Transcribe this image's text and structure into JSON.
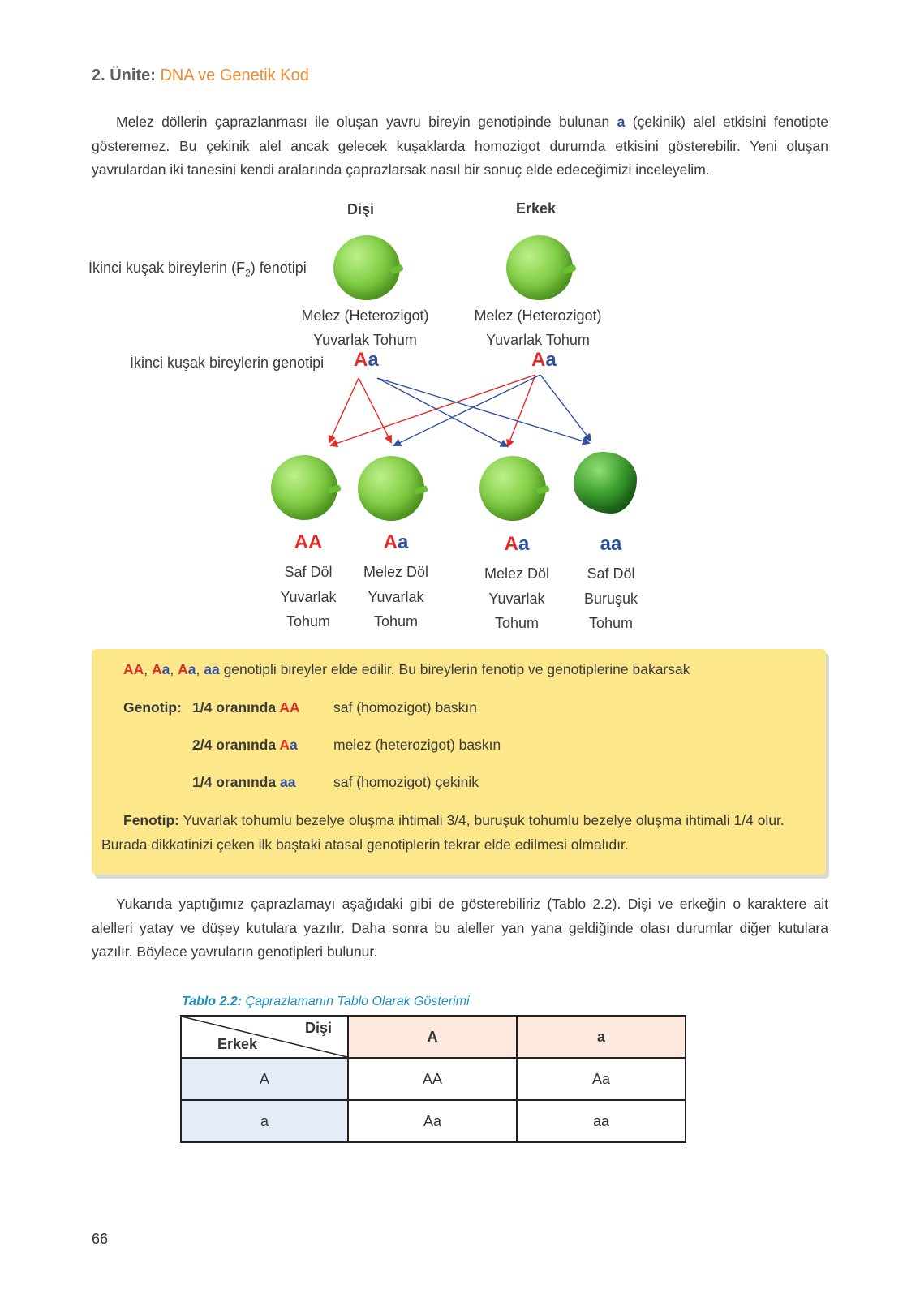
{
  "header": {
    "unit": "2. Ünite:",
    "topic": "DNA ve Genetik Kod"
  },
  "intro_paragraph": {
    "part1": "Melez döllerin çaprazlanması ile oluşan yavru bireyin genotipinde bulunan ",
    "allele": "a",
    "part2": " (çekinik) alel etkisini fenotipte gösteremez. Bu çekinik alel ancak gelecek kuşaklarda homozigot durumda etkisini gösterebilir. Yeni oluşan yavrulardan iki tanesini kendi aralarında çaprazlarsak nasıl bir sonuç elde edeceğimizi inceleyelim."
  },
  "diagram": {
    "female_label": "Dişi",
    "male_label": "Erkek",
    "phenotype_row_prefix": "İkinci kuşak bireylerin (F",
    "phenotype_row_sub": "2",
    "phenotype_row_suffix": ") fenotipi",
    "genotype_row_label": "İkinci  kuşak bireylerin genotipi",
    "parents": [
      {
        "line1": "Melez (Heterozigot)",
        "line2": "Yuvarlak Tohum",
        "g1": "A",
        "g2": "a"
      },
      {
        "line1": "Melez (Heterozigot)",
        "line2": "Yuvarlak Tohum",
        "g1": "A",
        "g2": "a"
      }
    ],
    "offspring": [
      {
        "g1": "A",
        "g2": "A",
        "l1": "Saf Döl",
        "l2": "Yuvarlak",
        "l3": "Tohum"
      },
      {
        "g1": "A",
        "g2": "a",
        "l1": "Melez Döl",
        "l2": "Yuvarlak",
        "l3": "Tohum"
      },
      {
        "g1": "A",
        "g2": "a",
        "l1": "Melez Döl",
        "l2": "Yuvarlak",
        "l3": "Tohum"
      },
      {
        "g1": "a",
        "g2": "a",
        "l1": "Saf Döl",
        "l2": "Buruşuk",
        "l3": "Tohum"
      }
    ]
  },
  "info_box": {
    "line1_genos": [
      "AA",
      "Aa",
      "Aa",
      "aa"
    ],
    "line1_text": " genotipli bireyler elde edilir. Bu bireylerin fenotip ve genotiplerine bakarsak",
    "genotip_label": "Genotip:",
    "rows": [
      {
        "ratio": "1/4 oranında ",
        "g1": "A",
        "g2": "A",
        "desc": "saf (homozigot) baskın"
      },
      {
        "ratio": "2/4 oranında ",
        "g1": "A",
        "g2": "a",
        "desc": "melez (heterozigot) baskın"
      },
      {
        "ratio": "1/4 oranında ",
        "g1": "a",
        "g2": "a",
        "desc": "saf (homozigot) çekinik"
      }
    ],
    "fenotip_label": "Fenotip:",
    "fenotip_text": " Yuvarlak tohumlu bezelye oluşma ihtimali 3/4, buruşuk tohumlu bezelye oluşma ihtimali 1/4 olur. Burada dikkatinizi çeken ilk baştaki atasal genotiplerin tekrar elde edilmesi olmalıdır."
  },
  "second_paragraph": "Yukarıda yaptığımız çaprazlamayı aşağıdaki gibi de gösterebiliriz (Tablo 2.2). Dişi ve erkeğin o karaktere ait alelleri yatay ve düşey kutulara yazılır. Daha sonra bu aleller yan yana geldiğinde olası durumlar diğer kutulara yazılır. Böylece yavruların genotipleri bulunur.",
  "table": {
    "caption_bold": "Tablo 2.2:",
    "caption_text": " Çaprazlamanın Tablo Olarak Gösterimi",
    "corner_top": "Dişi",
    "corner_bottom": "Erkek",
    "col_headers": [
      "A",
      "a"
    ],
    "rows": [
      {
        "header": "A",
        "cells": [
          "AA",
          "Aa"
        ]
      },
      {
        "header": "a",
        "cells": [
          "Aa",
          "aa"
        ]
      }
    ]
  },
  "page_number": "66",
  "colors": {
    "dominant": "#e52a26",
    "recessive": "#2f4fa0",
    "accent": "#f08a2e",
    "info_bg": "#fde78b",
    "caption": "#1c8fc4"
  }
}
